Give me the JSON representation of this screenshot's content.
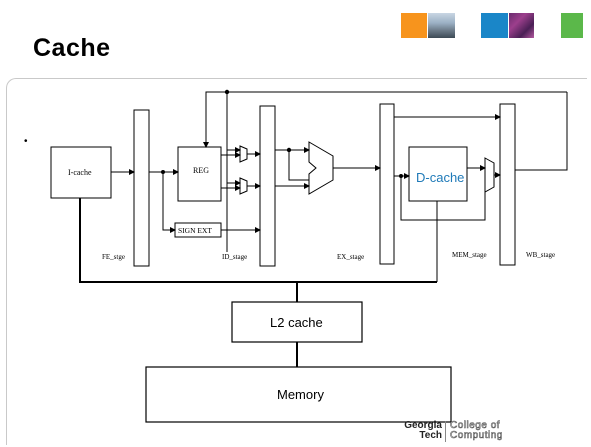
{
  "slide": {
    "title": "Cache",
    "bullet": "•"
  },
  "diagram": {
    "icache": "I-cache",
    "reg": "REG",
    "sign_ext": "SIGN EXT",
    "dcache": "D-cache",
    "l2": "L2 cache",
    "memory": "Memory",
    "stages": {
      "fe": "FE_stge",
      "id": "ID_stage",
      "ex": "EX_stage",
      "mem": "MEM_stage",
      "wb": "WB_stage"
    }
  },
  "footer": {
    "gt_line1": "Georgia",
    "gt_line2": "Tech",
    "coc_line1": "College of",
    "coc_line2": "Computing"
  },
  "colors": {
    "orange": "#f7941d",
    "blue": "#1a86c8",
    "green": "#5bb84a",
    "dcache_text": "#1f7ab8"
  }
}
